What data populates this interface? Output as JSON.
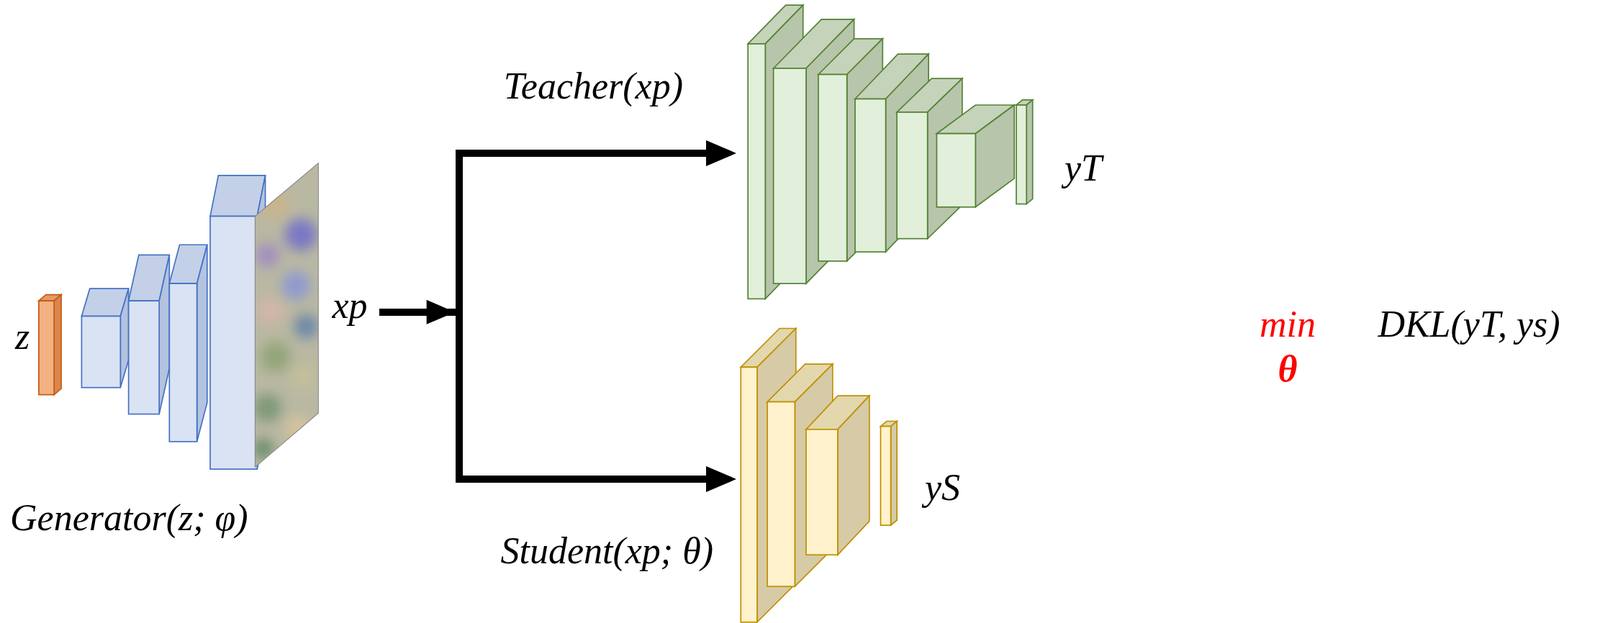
{
  "diagram": {
    "nodes": [
      {
        "text": [
          "Generator(z; φ)"
        ]
      },
      {
        "text": [
          "Teacher(xp)",
          "yT"
        ]
      },
      {
        "text": [
          "Student(xp; θ)",
          "yS"
        ]
      }
    ],
    "edges": [
      {
        "from": 0,
        "to": 1,
        "arrow": "to"
      },
      {
        "from": 0,
        "to": 2,
        "arrow": "to"
      }
    ],
    "labels": [
      "z",
      "xp",
      "min",
      "θ",
      "DKL(yT, ys)"
    ]
  }
}
